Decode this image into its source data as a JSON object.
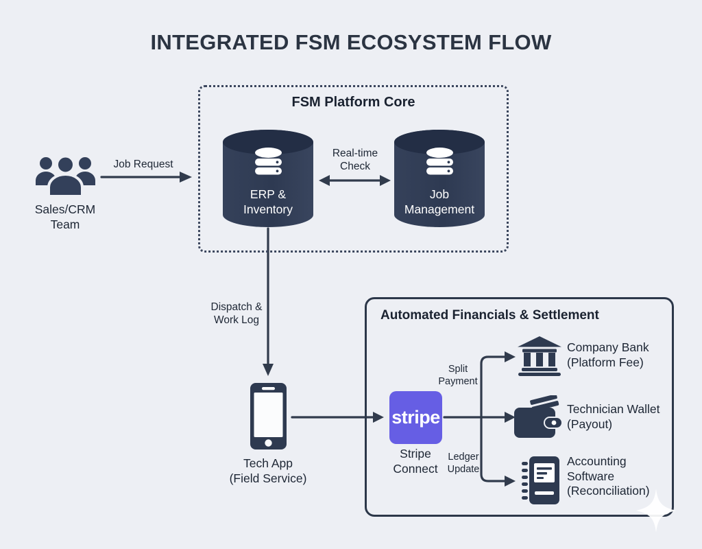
{
  "title": "INTEGRATED FSM ECOSYSTEM FLOW",
  "colors": {
    "background": "#edeff4",
    "ink_dark": "#2e3a50",
    "arrow": "#313b4c",
    "stripe_purple": "#665ee4",
    "node_text": "#ffffff",
    "label_text": "#1d2634"
  },
  "sales_team": {
    "label_line1": "Sales/CRM",
    "label_line2": "Team"
  },
  "arrows": {
    "job_request": "Job Request",
    "realtime_line1": "Real-time",
    "realtime_line2": "Check",
    "dispatch_line1": "Dispatch &",
    "dispatch_line2": "Work Log",
    "split_line1": "Split",
    "split_line2": "Payment",
    "ledger_line1": "Ledger",
    "ledger_line2": "Update"
  },
  "platform_core": {
    "title": "FSM Platform Core",
    "erp_line1": "ERP &",
    "erp_line2": "Inventory",
    "job_line1": "Job",
    "job_line2": "Management"
  },
  "tech_app": {
    "label_line1": "Tech App",
    "label_line2": "(Field Service)"
  },
  "financials": {
    "title": "Automated Financials & Settlement",
    "stripe_logo": "stripe",
    "stripe_line1": "Stripe",
    "stripe_line2": "Connect",
    "bank_line1": "Company Bank",
    "bank_line2": "(Platform Fee)",
    "wallet_line1": "Technician Wallet",
    "wallet_line2": "(Payout)",
    "accounting_line1": "Accounting",
    "accounting_line2": "Software",
    "accounting_line3": "(Reconciliation)"
  }
}
